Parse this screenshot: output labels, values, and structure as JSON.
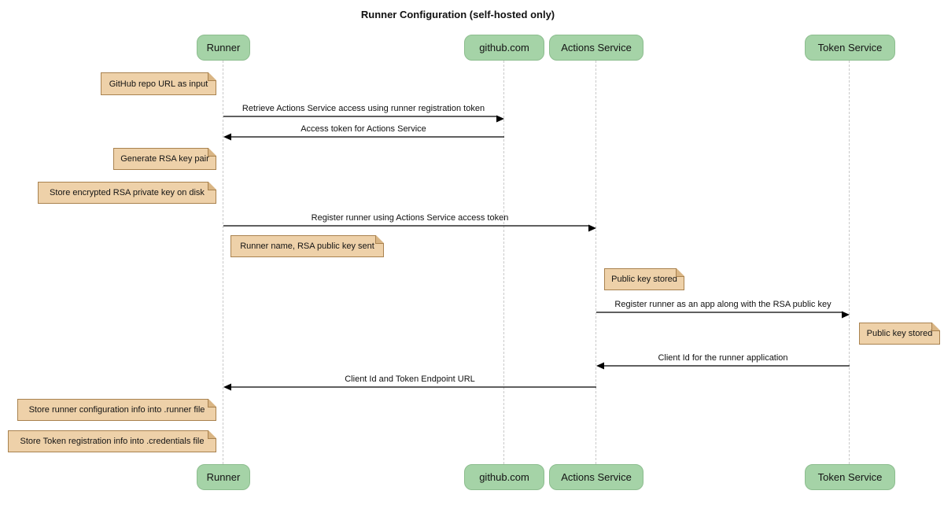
{
  "title": "Runner Configuration (self-hosted only)",
  "colors": {
    "background": "#ffffff",
    "participant_fill": "#a5d3a7",
    "participant_border": "#8cbd8e",
    "note_fill": "#eed1a9",
    "note_border": "#a9824f",
    "lifeline": "#c9c9c9",
    "arrow": "#000000",
    "text": "#111111"
  },
  "participants": [
    {
      "label": "Runner"
    },
    {
      "label": "github.com"
    },
    {
      "label": "Actions Service"
    },
    {
      "label": "Token Service"
    }
  ],
  "messages": [
    {
      "from": "Runner",
      "to": "github.com",
      "label": "Retrieve Actions Service access using runner registration token"
    },
    {
      "from": "github.com",
      "to": "Runner",
      "label": "Access token for Actions Service"
    },
    {
      "from": "Runner",
      "to": "Actions Service",
      "label": "Register runner using Actions Service access token"
    },
    {
      "from": "Actions Service",
      "to": "Token Service",
      "label": "Register runner as an app along with the RSA public key"
    },
    {
      "from": "Token Service",
      "to": "Actions Service",
      "label": "Client Id for the runner application"
    },
    {
      "from": "Actions Service",
      "to": "Runner",
      "label": "Client Id and Token Endpoint URL"
    }
  ],
  "notes": [
    {
      "label": "GitHub repo URL as input",
      "anchor": "left of Runner"
    },
    {
      "label": "Generate RSA key pair",
      "anchor": "left of Runner"
    },
    {
      "label": "Store encrypted RSA private key on disk",
      "anchor": "left of Runner"
    },
    {
      "label": "Runner name, RSA public key sent",
      "anchor": "right of Runner"
    },
    {
      "label": "Public key stored",
      "anchor": "right of Actions Service"
    },
    {
      "label": "Public key stored",
      "anchor": "right of Token Service"
    },
    {
      "label": "Store runner configuration info into .runner file",
      "anchor": "left of Runner"
    },
    {
      "label": "Store Token registration info into .credentials file",
      "anchor": "left of Runner"
    }
  ]
}
